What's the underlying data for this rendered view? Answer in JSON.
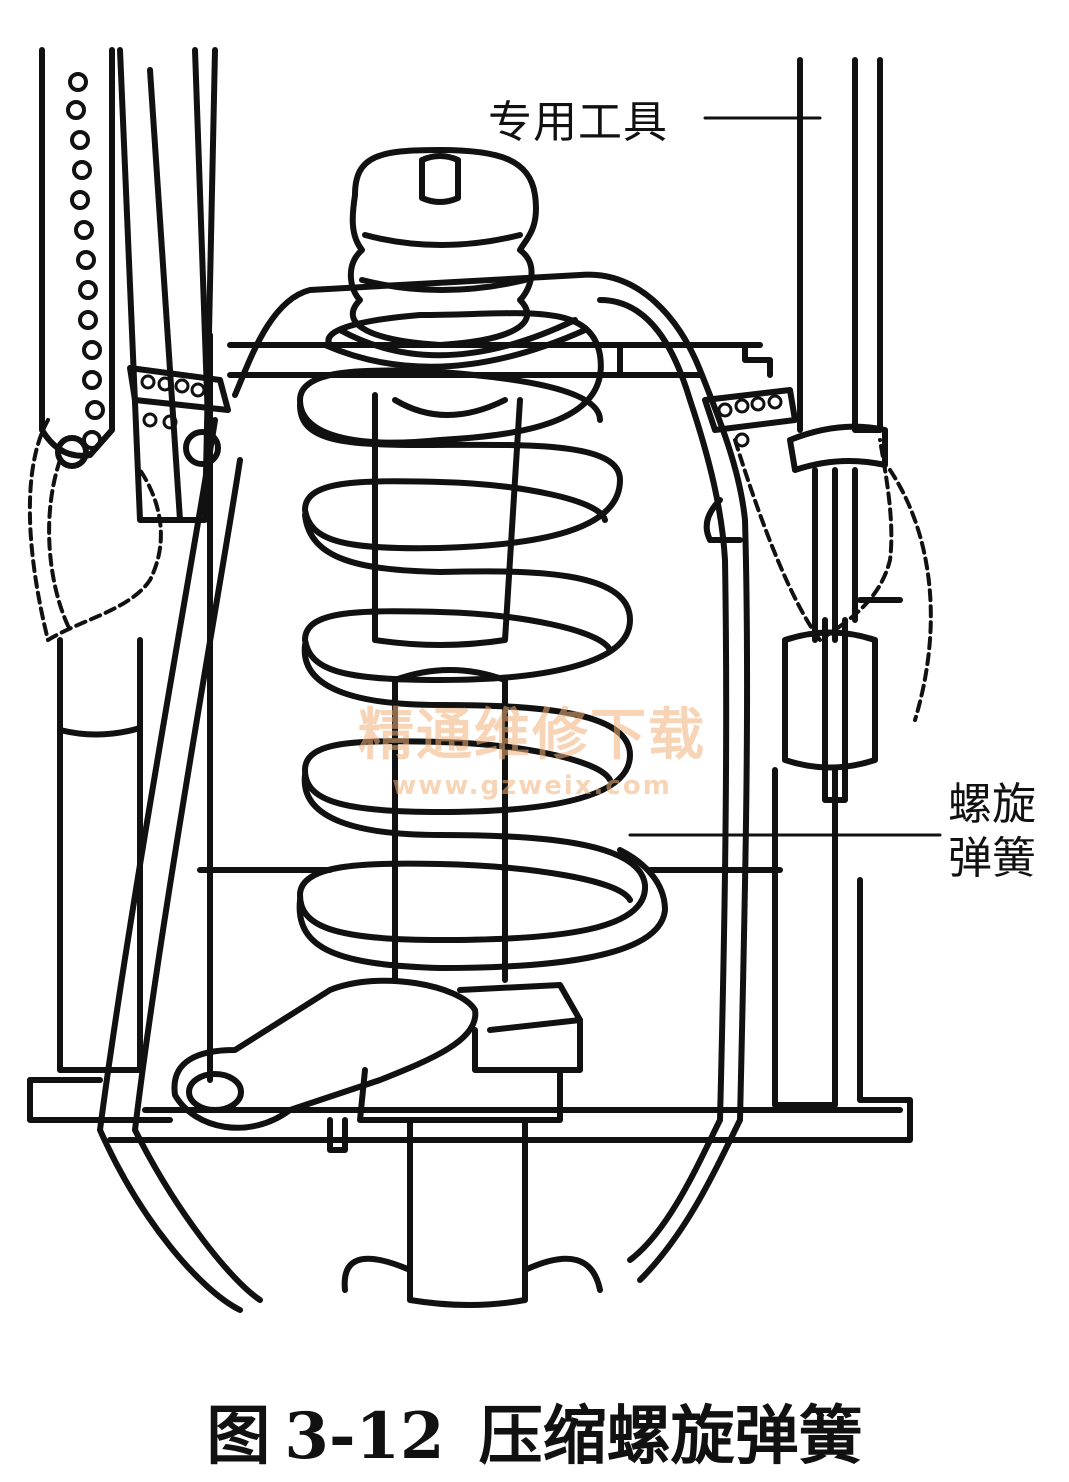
{
  "labels": {
    "special_tool": "专用工具",
    "coil_spring_line1": "螺旋",
    "coil_spring_line2": "弹簧"
  },
  "watermark": {
    "name": "精通维修下载",
    "url": "www.gzweix.com"
  },
  "caption": {
    "prefix": "图",
    "number": "3-12",
    "title": "压缩螺旋弹簧"
  },
  "colors": {
    "line": "#111111",
    "watermark": "#f0b27a",
    "background": "#ffffff"
  }
}
